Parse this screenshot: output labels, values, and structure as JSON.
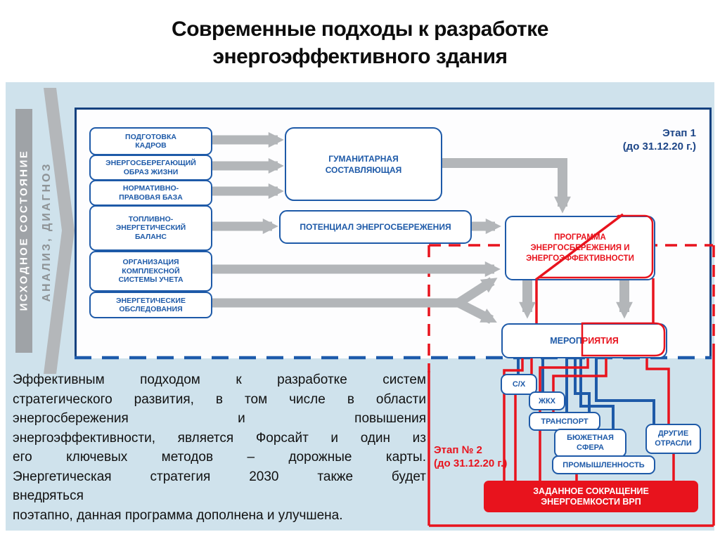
{
  "slide": {
    "title_lines": [
      "Современные подходы к разработке",
      "энергоэффективного здания"
    ]
  },
  "left_rail": {
    "state_label": "ИСХОДНОЕ СОСТОЯНИЕ",
    "analysis_label": "АНАЛИЗ, ДИАГНОЗ"
  },
  "stage1": {
    "stage_label_lines": [
      "Этап 1",
      "(до 31.12.20 г.)"
    ],
    "input_boxes": [
      [
        "ПОДГОТОВКА",
        "КАДРОВ"
      ],
      [
        "ЭНЕРГОСБЕРЕГАЮЩИЙ",
        "ОБРАЗ ЖИЗНИ"
      ],
      [
        "НОРМАТИВНО-",
        "ПРАВОВАЯ БАЗА"
      ],
      [
        "ТОПЛИВНО-",
        "ЭНЕРГЕТИЧЕСКИЙ",
        "БАЛАНС"
      ],
      [
        "ОРГАНИЗАЦИЯ",
        "КОМПЛЕКСНОЙ",
        "СИСТЕМЫ УЧЕТА"
      ],
      [
        "ЭНЕРГЕТИЧЕСКИЕ",
        "ОБСЛЕДОВАНИЯ"
      ]
    ],
    "humanitarian_box_lines": [
      "ГУМАНИТАРНАЯ",
      "СОСТАВЛЯЮЩАЯ"
    ],
    "potential_box": "ПОТЕНЦИАЛ ЭНЕРГОСБЕРЕЖЕНИЯ",
    "program_box_lines": [
      "ПРОГРАММА",
      "ЭНЕРГОСБЕРЕЖЕНИЯ И",
      "ЭНЕРГОЭФФЕКТИВНОСТИ"
    ]
  },
  "stage2": {
    "stage_label_lines": [
      "Этап № 2",
      "(до 31.12.20 г.)"
    ],
    "measures_box": {
      "left_part": "МЕРОП",
      "right_part": "РИЯТИЯ"
    },
    "sector_boxes": [
      "С/Х",
      "ЖКХ",
      "ТРАНСПОРТ",
      "БЮЖЕТНАЯ СФЕРА",
      "ПРОМЫШЛЕННОСТЬ",
      "ДРУГИЕ ОТРАСЛИ"
    ],
    "sector_box_lines": {
      "budget": [
        "БЮЖЕТНАЯ",
        "СФЕРА"
      ],
      "other": [
        "ДРУГИЕ",
        "ОТРАСЛИ"
      ]
    },
    "target_box_lines": [
      "ЗАДАННОЕ СОКРАЩЕНИЕ",
      "ЭНЕРГОЕМКОСТИ ВРП"
    ]
  },
  "paragraph": {
    "justified_lines": [
      "Эффективным подходом к разработке систем",
      "стратегического развития, в том числе в области",
      "энергосбережения и повышения",
      "энергоэффективности, является Форсайт и один из",
      "его ключевых методов – дорожные карты.",
      "Энергетическая стратегия 2030 также будет"
    ],
    "plain_lines": [
      "внедряться",
      "поэтапно, данная программа дополнена и улучшена."
    ]
  },
  "colors": {
    "panel_bg": "#cfe2ec",
    "box_blue": "#1e5aa8",
    "container_navy": "#15417f",
    "accent_red": "#e8131d",
    "arrow_gray": "#b3b6b9"
  }
}
